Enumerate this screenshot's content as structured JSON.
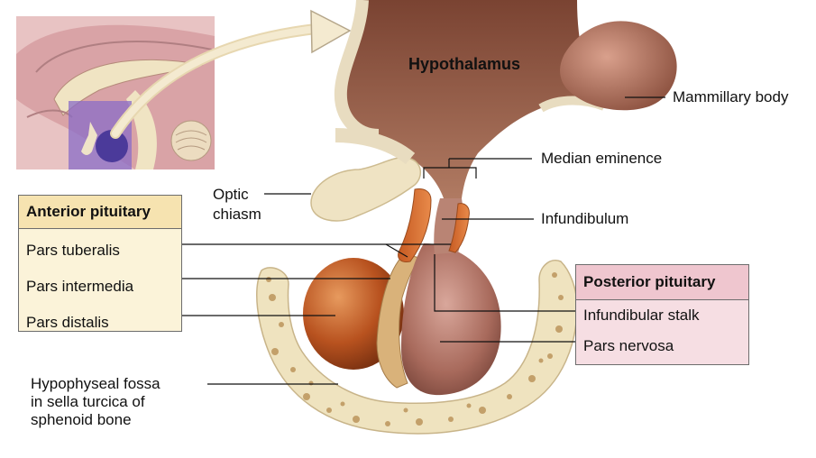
{
  "labels": {
    "hypothalamus": "Hypothalamus",
    "mammillary_body": "Mammillary body",
    "median_eminence": "Median eminence",
    "optic_chiasm_line1": "Optic",
    "optic_chiasm_line2": "chiasm",
    "infundibulum": "Infundibulum",
    "fossa_line1": "Hypophyseal fossa",
    "fossa_line2": "in sella turcica of",
    "fossa_line3": "sphenoid bone"
  },
  "anterior_pituitary": {
    "title": "Anterior pituitary",
    "items": [
      "Pars tuberalis",
      "Pars intermedia",
      "Pars distalis"
    ]
  },
  "posterior_pituitary": {
    "title": "Posterior pituitary",
    "items": [
      "Infundibular stalk",
      "Pars nervosa"
    ]
  },
  "colors": {
    "hypothalamus": "#9a5c47",
    "anterior_lobe": "#b8521f",
    "posterior_lobe": "#a86a5c",
    "pars_intermedia": "#d9b27a",
    "bone": "#efe3bf",
    "inset_highlight": "#8a6cc7",
    "anterior_box": "#fbf3d9",
    "posterior_box": "#f6dee3"
  }
}
